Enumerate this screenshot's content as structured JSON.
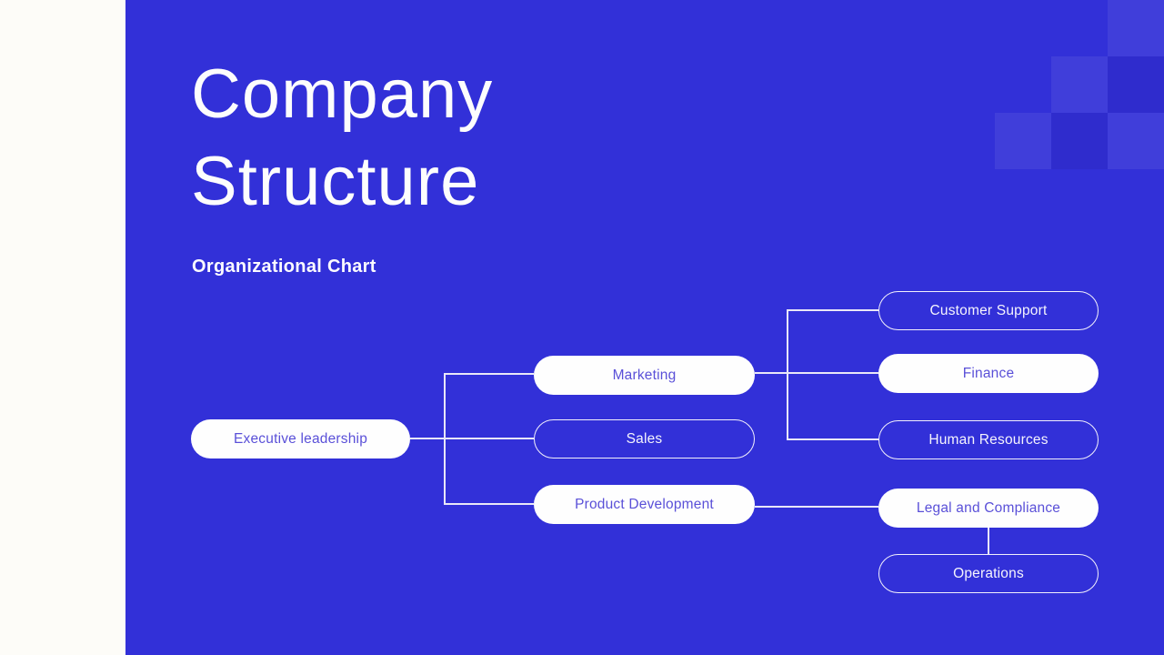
{
  "slide": {
    "title_line1": "Company",
    "title_line2": "Structure",
    "subtitle": "Organizational Chart"
  },
  "colors": {
    "background_blue": "#3230d8",
    "left_strip_white": "#fdfcf8",
    "pill_fill_white": "#fefefe",
    "pill_text_blue": "#5a50d8",
    "outline_and_line": "#e9e7f8",
    "title_white": "#fdfdfd"
  },
  "org_chart": {
    "nodes": [
      {
        "id": "executive-leadership",
        "label": "Executive leadership",
        "variant": "filled"
      },
      {
        "id": "marketing",
        "label": "Marketing",
        "variant": "filled"
      },
      {
        "id": "sales",
        "label": "Sales",
        "variant": "outline"
      },
      {
        "id": "product-development",
        "label": "Product Development",
        "variant": "filled"
      },
      {
        "id": "customer-support",
        "label": "Customer Support",
        "variant": "outline"
      },
      {
        "id": "finance",
        "label": "Finance",
        "variant": "filled"
      },
      {
        "id": "human-resources",
        "label": "Human Resources",
        "variant": "outline"
      },
      {
        "id": "legal-and-compliance",
        "label": "Legal and Compliance",
        "variant": "filled"
      },
      {
        "id": "operations",
        "label": "Operations",
        "variant": "outline"
      }
    ],
    "edges": [
      [
        "Executive leadership",
        "Marketing"
      ],
      [
        "Executive leadership",
        "Sales"
      ],
      [
        "Executive leadership",
        "Product Development"
      ],
      [
        "Marketing",
        "Customer Support"
      ],
      [
        "Marketing",
        "Finance"
      ],
      [
        "Marketing",
        "Human Resources"
      ],
      [
        "Product Development",
        "Legal and Compliance"
      ],
      [
        "Legal and Compliance",
        "Operations"
      ]
    ]
  }
}
